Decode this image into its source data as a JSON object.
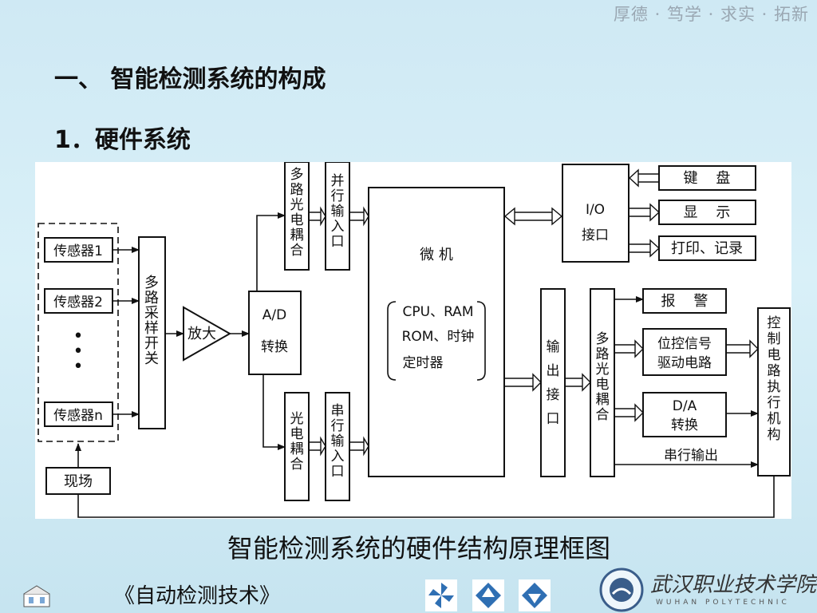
{
  "motto": "厚德 · 笃学 · 求实 · 拓新",
  "heading": "一、 智能检测系统的构成",
  "subheading": "1．硬件系统",
  "caption": "智能检测系统的硬件结构原理框图",
  "book_title": "《自动检测技术》",
  "school": {
    "name_cn": "武汉职业技术学院",
    "name_en": "WUHAN POLYTECHNIC"
  },
  "nav_icons": [
    "pinwheel-icon",
    "up-arrow-icon",
    "down-arrow-icon"
  ],
  "colors": {
    "background": "#d4edf6",
    "nav_blue": "#2f6fb3",
    "line": "#111111"
  },
  "diagram": {
    "sensors": [
      "传感器1",
      "传感器2",
      "传感器n"
    ],
    "ellipsis": "•\n•\n•",
    "site": "现场",
    "mux": "多路采样开关",
    "amp": "放大",
    "adc": [
      "A/D",
      "转换"
    ],
    "optocoupler_multi": "多路光电耦合",
    "parallel_in": "并行输入口",
    "optocoupler": "光电耦合",
    "serial_in": "串行输入口",
    "mcu": {
      "title": "微  机",
      "line1": "CPU、RAM",
      "line2": "ROM、时钟",
      "line3": "定时器"
    },
    "io": [
      "I/O",
      "接口"
    ],
    "keyboard": "键    盘",
    "display": "显    示",
    "printer": "打印、记录",
    "output_port": "输出接口",
    "optocoupler_out": "多路光电耦合",
    "alarm": "报    警",
    "position_signal": [
      "位控信号",
      "驱动电路"
    ],
    "dac": [
      "D/A",
      "转换"
    ],
    "serial_out": "串行输出",
    "actuator": "控制电路 执行机构"
  }
}
